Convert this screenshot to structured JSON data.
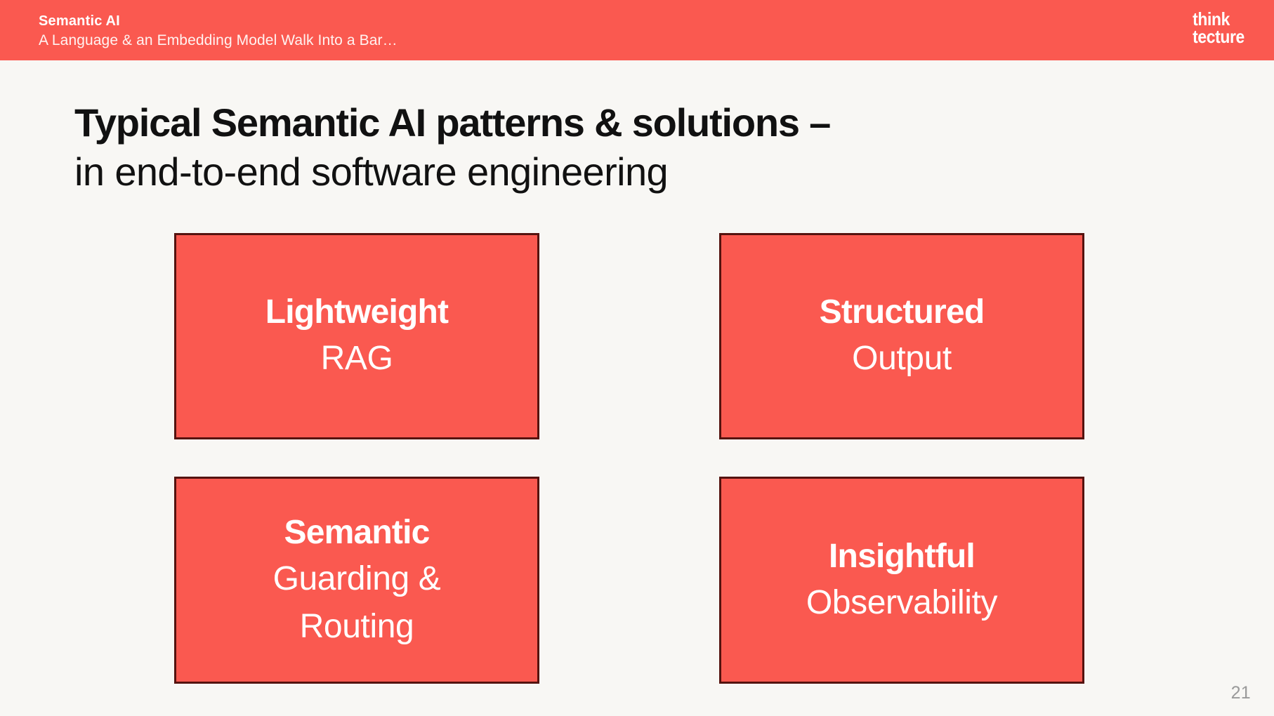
{
  "header": {
    "title": "Semantic AI",
    "subtitle": "A Language & an Embedding Model Walk Into a Bar…",
    "background_color": "#FA5950",
    "logo": {
      "line1": "think",
      "line2": "tecture"
    }
  },
  "slide": {
    "background_color": "#F8F7F4",
    "title_line_1": "Typical Semantic AI patterns & solutions –",
    "title_line_2": "in end-to-end software engineering",
    "title_color": "#111111",
    "page_number": "21"
  },
  "cards": {
    "fill_color": "#FA5950",
    "border_color": "#55130F",
    "text_color": "#FFFFFF",
    "items": [
      {
        "id": "lightweight-rag",
        "primary": "Lightweight",
        "secondary": "RAG",
        "secondary_2": ""
      },
      {
        "id": "structured-output",
        "primary": "Structured",
        "secondary": "Output",
        "secondary_2": ""
      },
      {
        "id": "semantic-guarding-routing",
        "primary": "Semantic",
        "secondary": "Guarding &",
        "secondary_2": "Routing"
      },
      {
        "id": "insightful-observability",
        "primary": "Insightful",
        "secondary": "Observability",
        "secondary_2": ""
      }
    ]
  }
}
